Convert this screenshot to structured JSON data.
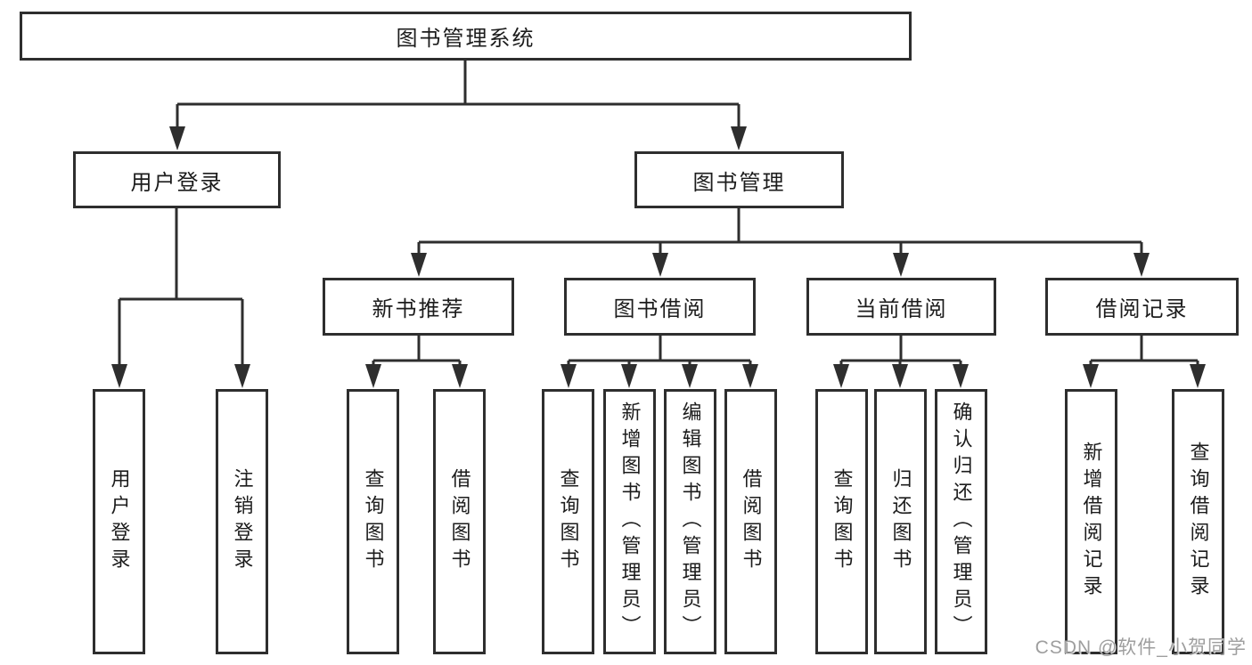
{
  "diagram": {
    "type": "tree",
    "title": "图书管理系统"
  },
  "nodes": {
    "root": {
      "label": "图书管理系统"
    },
    "level2": [
      {
        "label": "用户登录",
        "children": [
          "用户登录",
          "注销登录"
        ]
      },
      {
        "label": "图书管理",
        "children": [
          "新书推荐",
          "图书借阅",
          "当前借阅",
          "借阅记录"
        ]
      }
    ],
    "level3": [
      {
        "label": "新书推荐",
        "children": [
          "查询图书",
          "借阅图书"
        ]
      },
      {
        "label": "图书借阅",
        "children": [
          "查询图书",
          "新增图书（管理员）",
          "编辑图书（管理员）",
          "借阅图书"
        ]
      },
      {
        "label": "当前借阅",
        "children": [
          "查询图书",
          "归还图书",
          "确认归还（管理员）"
        ]
      },
      {
        "label": "借阅记录",
        "children": [
          "新增借阅记录",
          "查询借阅记录"
        ]
      }
    ]
  },
  "watermark": {
    "text": "CSDN @软件_小贺同学"
  },
  "colors": {
    "line": "#2e2e2e",
    "box_border": "#2e2e2e",
    "text": "#1c1c1c",
    "background": "#ffffff",
    "watermark": "#9e9e9e"
  }
}
